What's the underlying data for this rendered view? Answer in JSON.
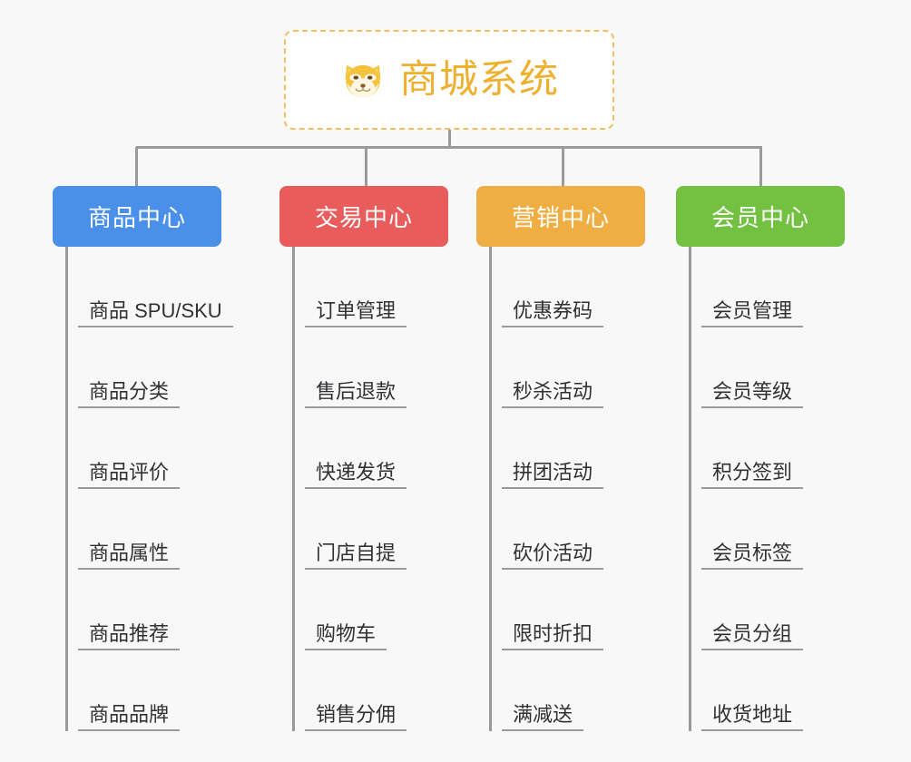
{
  "diagram": {
    "type": "mindmap-tree",
    "background_color": "#f8f8f8",
    "connector_color": "#9a9a9a",
    "root": {
      "title": "商城系统",
      "icon": "shiba-dog-face-icon",
      "text_color": "#eeb02e",
      "border_color": "#f0c060",
      "background_color": "#ffffff"
    },
    "branches": [
      {
        "label": "商品中心",
        "color": "#4a90e8",
        "items": [
          "商品 SPU/SKU",
          "商品分类",
          "商品评价",
          "商品属性",
          "商品推荐",
          "商品品牌"
        ]
      },
      {
        "label": "交易中心",
        "color": "#e85c5c",
        "items": [
          "订单管理",
          "售后退款",
          "快递发货",
          "门店自提",
          "购物车",
          "销售分佣"
        ]
      },
      {
        "label": "营销中心",
        "color": "#eeae41",
        "items": [
          "优惠券码",
          "秒杀活动",
          "拼团活动",
          "砍价活动",
          "限时折扣",
          "满减送"
        ]
      },
      {
        "label": "会员中心",
        "color": "#73c141",
        "items": [
          "会员管理",
          "会员等级",
          "积分签到",
          "会员标签",
          "会员分组",
          "收货地址"
        ]
      }
    ]
  }
}
